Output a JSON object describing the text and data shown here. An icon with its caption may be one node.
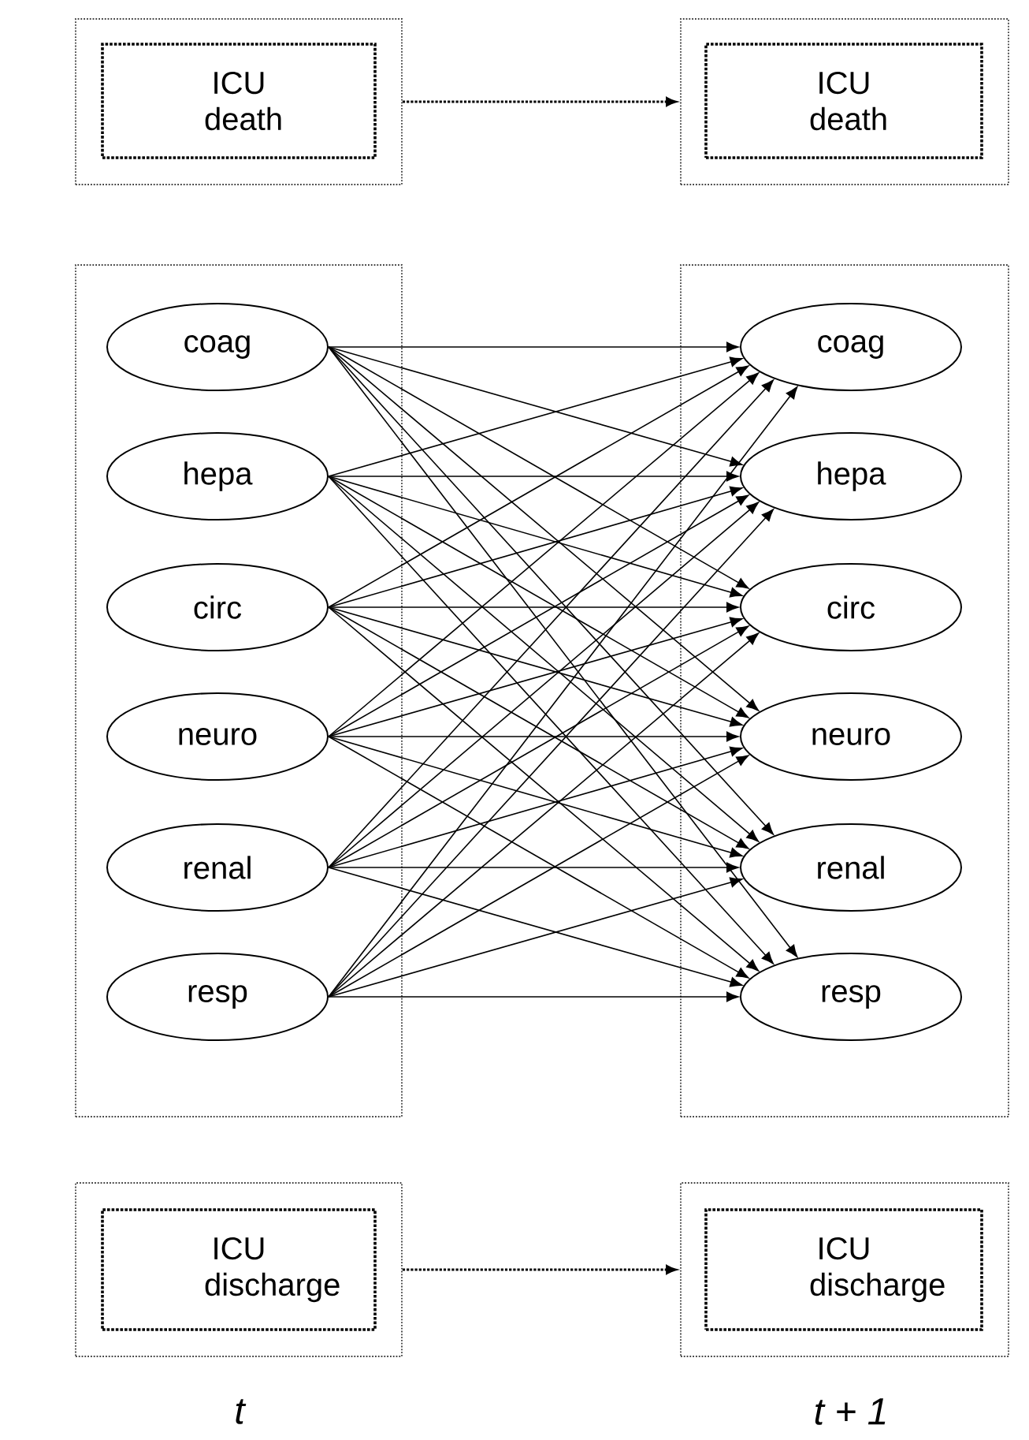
{
  "diagram": {
    "nodes": [
      {
        "text": [],
        "shape": "box"
      },
      {
        "text": [
          "ICU death"
        ],
        "in": 0
      },
      {
        "text": [],
        "shape": "box"
      },
      {
        "text": [
          "ICU death"
        ],
        "in": 2
      },
      {
        "text": [],
        "shape": "box"
      },
      {
        "text": [
          "coag"
        ],
        "in": 4
      },
      {
        "text": [
          "hepa"
        ],
        "in": 4
      },
      {
        "text": [
          "circ"
        ],
        "in": 4
      },
      {
        "text": [
          "neuro"
        ],
        "in": 4
      },
      {
        "text": [
          "renal"
        ],
        "in": 4
      },
      {
        "text": [
          "resp"
        ],
        "in": 4
      },
      {
        "text": [],
        "shape": "box"
      },
      {
        "text": [
          "coag"
        ],
        "in": 11
      },
      {
        "text": [
          "hepa"
        ],
        "in": 11
      },
      {
        "text": [
          "circ"
        ],
        "in": 11
      },
      {
        "text": [
          "neuro"
        ],
        "in": 11
      },
      {
        "text": [
          "renal"
        ],
        "in": 11
      },
      {
        "text": [
          "resp"
        ],
        "in": 11
      },
      {
        "text": [],
        "shape": "box"
      },
      {
        "text": [
          "ICU discharge"
        ],
        "in": 18
      },
      {
        "text": [],
        "shape": "box"
      },
      {
        "text": [
          "ICU discharge"
        ],
        "in": 20
      }
    ],
    "edges": [
      {
        "from": 0,
        "to": 2,
        "arrow": "to",
        "style": "dashed"
      },
      {
        "from": 18,
        "to": 20,
        "arrow": "to",
        "style": "dashed"
      },
      {
        "from": 5,
        "to": 12,
        "arrow": "to"
      },
      {
        "from": 5,
        "to": 13,
        "arrow": "to"
      },
      {
        "from": 5,
        "to": 14,
        "arrow": "to"
      },
      {
        "from": 5,
        "to": 15,
        "arrow": "to"
      },
      {
        "from": 5,
        "to": 16,
        "arrow": "to"
      },
      {
        "from": 5,
        "to": 17,
        "arrow": "to"
      },
      {
        "from": 6,
        "to": 12,
        "arrow": "to"
      },
      {
        "from": 6,
        "to": 13,
        "arrow": "to"
      },
      {
        "from": 6,
        "to": 14,
        "arrow": "to"
      },
      {
        "from": 6,
        "to": 15,
        "arrow": "to"
      },
      {
        "from": 6,
        "to": 16,
        "arrow": "to"
      },
      {
        "from": 6,
        "to": 17,
        "arrow": "to"
      },
      {
        "from": 7,
        "to": 12,
        "arrow": "to"
      },
      {
        "from": 7,
        "to": 13,
        "arrow": "to"
      },
      {
        "from": 7,
        "to": 14,
        "arrow": "to"
      },
      {
        "from": 7,
        "to": 15,
        "arrow": "to"
      },
      {
        "from": 7,
        "to": 16,
        "arrow": "to"
      },
      {
        "from": 7,
        "to": 17,
        "arrow": "to"
      },
      {
        "from": 8,
        "to": 12,
        "arrow": "to"
      },
      {
        "from": 8,
        "to": 13,
        "arrow": "to"
      },
      {
        "from": 8,
        "to": 14,
        "arrow": "to"
      },
      {
        "from": 8,
        "to": 15,
        "arrow": "to"
      },
      {
        "from": 8,
        "to": 16,
        "arrow": "to"
      },
      {
        "from": 8,
        "to": 17,
        "arrow": "to"
      },
      {
        "from": 9,
        "to": 12,
        "arrow": "to"
      },
      {
        "from": 9,
        "to": 13,
        "arrow": "to"
      },
      {
        "from": 9,
        "to": 14,
        "arrow": "to"
      },
      {
        "from": 9,
        "to": 15,
        "arrow": "to"
      },
      {
        "from": 9,
        "to": 16,
        "arrow": "to"
      },
      {
        "from": 9,
        "to": 17,
        "arrow": "to"
      },
      {
        "from": 10,
        "to": 12,
        "arrow": "to"
      },
      {
        "from": 10,
        "to": 13,
        "arrow": "to"
      },
      {
        "from": 10,
        "to": 14,
        "arrow": "to"
      },
      {
        "from": 10,
        "to": 15,
        "arrow": "to"
      },
      {
        "from": 10,
        "to": 16,
        "arrow": "to"
      },
      {
        "from": 10,
        "to": 17,
        "arrow": "to"
      }
    ],
    "labels": [
      "t",
      "t + 1"
    ]
  }
}
